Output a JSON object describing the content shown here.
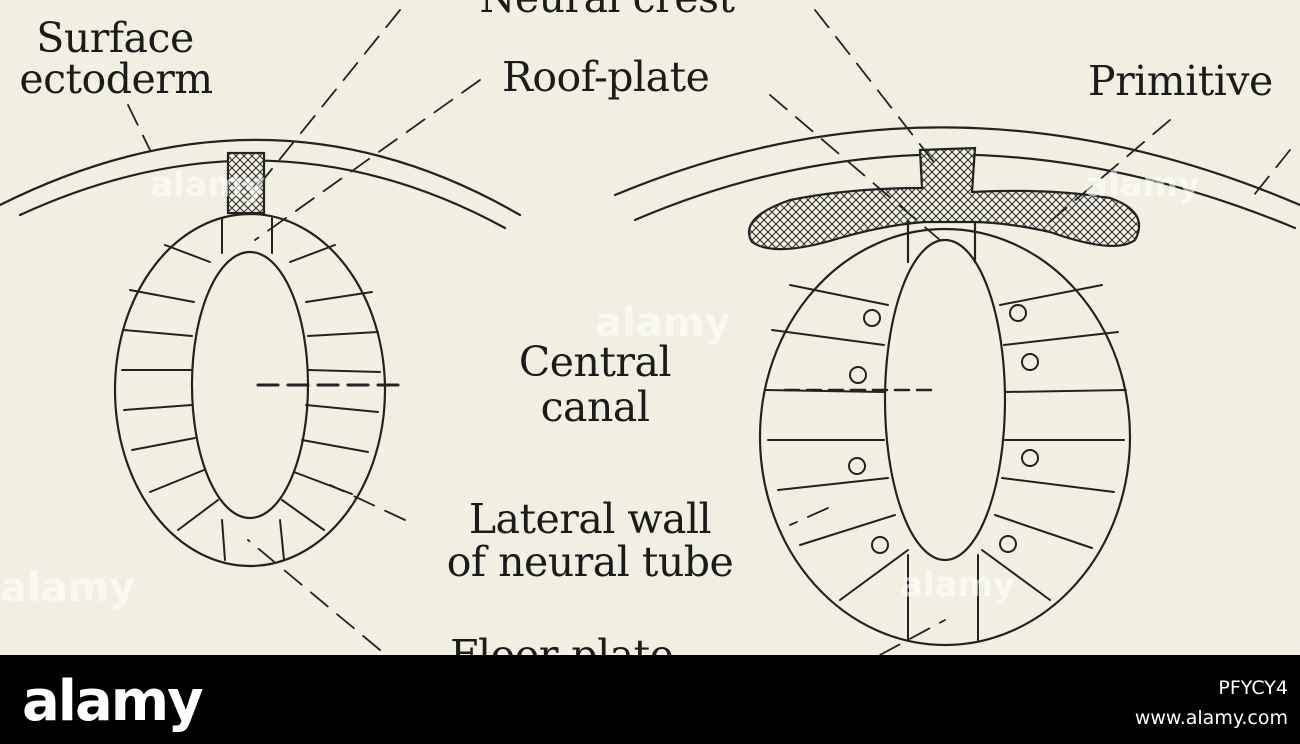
{
  "figure": {
    "labels": {
      "neural_crest": "Neural crest",
      "surface_ectoderm_1": "Surface",
      "surface_ectoderm_2": "ectoderm",
      "roof_plate": "Roof-plate",
      "primitive": "Primitive",
      "central_canal_1": "Central",
      "central_canal_2": "canal",
      "lateral_wall_1": "Lateral wall",
      "lateral_wall_2": "of neural tube",
      "floor_plate_partial": "Floor-plate"
    }
  },
  "footer": {
    "brand": "alamy",
    "image_id": "PFYCY4",
    "site": "www.alamy.com"
  },
  "watermark": "alamy"
}
